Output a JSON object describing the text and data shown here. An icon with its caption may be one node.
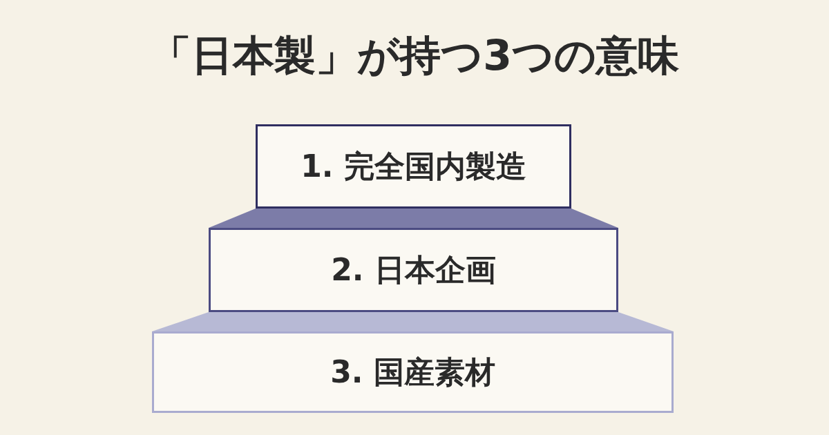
{
  "diagram": {
    "title": "「日本製」が持つ3つの意味",
    "nodes": [
      {
        "text": [
          "1. 完全国内製造"
        ]
      },
      {
        "text": [],
        "shape": "band"
      },
      {
        "text": [
          "2. 日本企画"
        ]
      },
      {
        "text": [],
        "shape": "band"
      },
      {
        "text": [
          "3. 国産素材"
        ]
      }
    ]
  }
}
